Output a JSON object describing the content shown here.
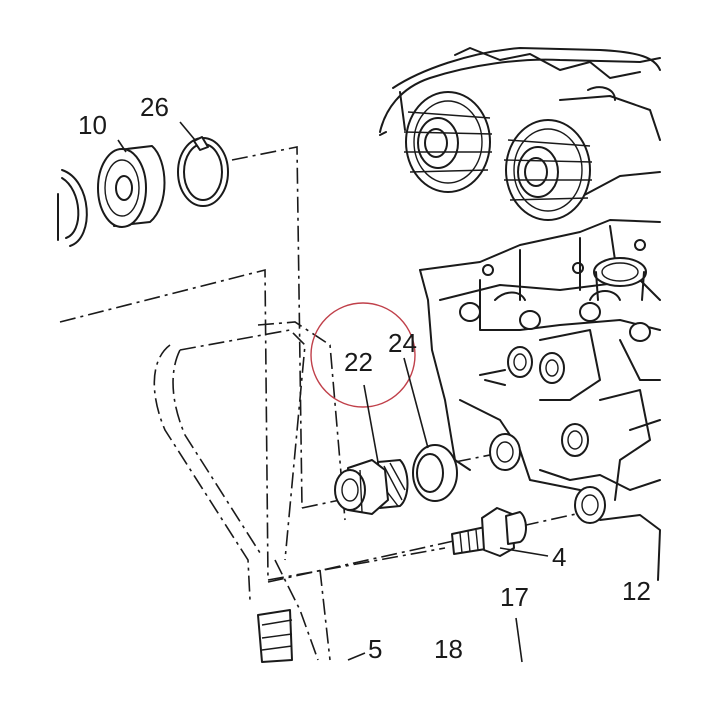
{
  "callouts": {
    "c10": "10",
    "c26": "26",
    "c22": "22",
    "c24": "24",
    "c4": "4",
    "c17": "17",
    "c12": "12",
    "c5": "5",
    "c18": "18"
  },
  "colors": {
    "line": "#1a1a1a",
    "highlight_circle": "#c0404a",
    "background": "#ffffff"
  }
}
